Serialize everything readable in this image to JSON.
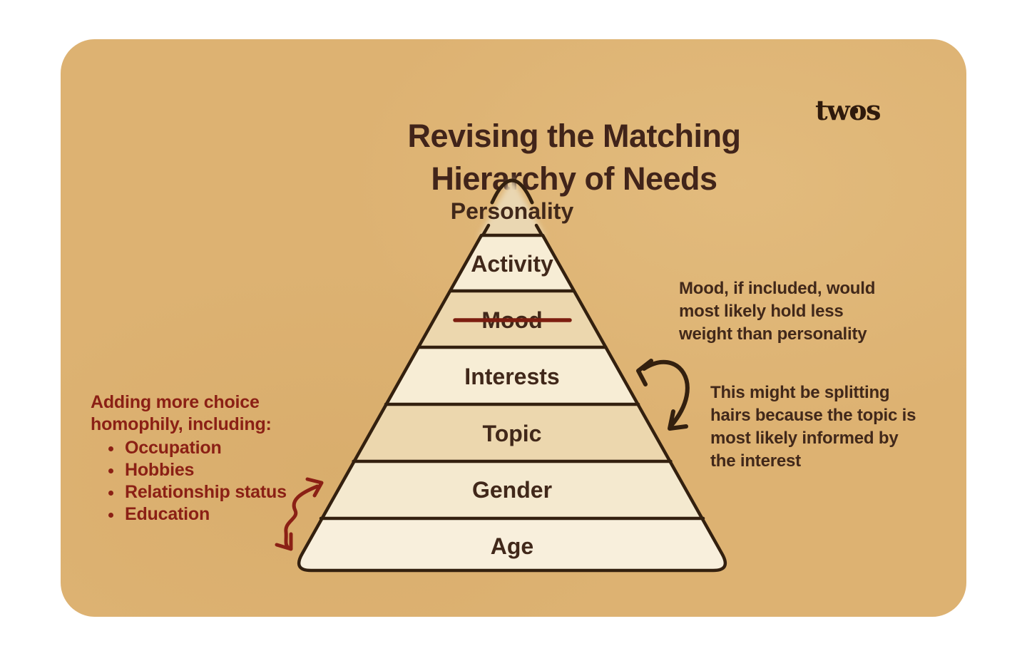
{
  "palette": {
    "page_bg": "#ffffff",
    "card_bg": "#ddb272",
    "stroke_dark": "#33200f",
    "text_dark": "#41281a",
    "title_color": "#41241a",
    "logo_color": "#2f1a0c",
    "accent_red": "#8b2015",
    "strike_red": "#7c1d10"
  },
  "logo": {
    "text": "twos"
  },
  "title": {
    "line1": "Revising the Matching",
    "line2": "Hierarchy of Needs"
  },
  "pyramid": {
    "levels": [
      {
        "label": "Personality",
        "fill": "#ead7b2",
        "struck": false
      },
      {
        "label": "Activity",
        "fill": "#f7edd5",
        "struck": false
      },
      {
        "label": "Mood",
        "fill": "#ecd7ae",
        "struck": true
      },
      {
        "label": "Interests",
        "fill": "#f7edd5",
        "struck": false
      },
      {
        "label": "Topic",
        "fill": "#ecd7ae",
        "struck": false
      },
      {
        "label": "Gender",
        "fill": "#f4e9cf",
        "struck": false
      },
      {
        "label": "Age",
        "fill": "#f8efdc",
        "struck": false
      }
    ]
  },
  "annotations": {
    "left": {
      "intro": {
        "0": "Adding more choice",
        "1": "homophily, including:"
      },
      "bullets": [
        "Occupation",
        "Hobbies",
        "Relationship status",
        "Education"
      ]
    },
    "right_top": {
      "lines": {
        "0": "Mood, if included, would",
        "1": "most likely hold less",
        "2": "weight than personality"
      }
    },
    "right_bottom": {
      "lines": {
        "0": "This might be splitting",
        "1": "hairs because the topic is",
        "2": "most likely informed by",
        "3": "the interest"
      }
    }
  }
}
